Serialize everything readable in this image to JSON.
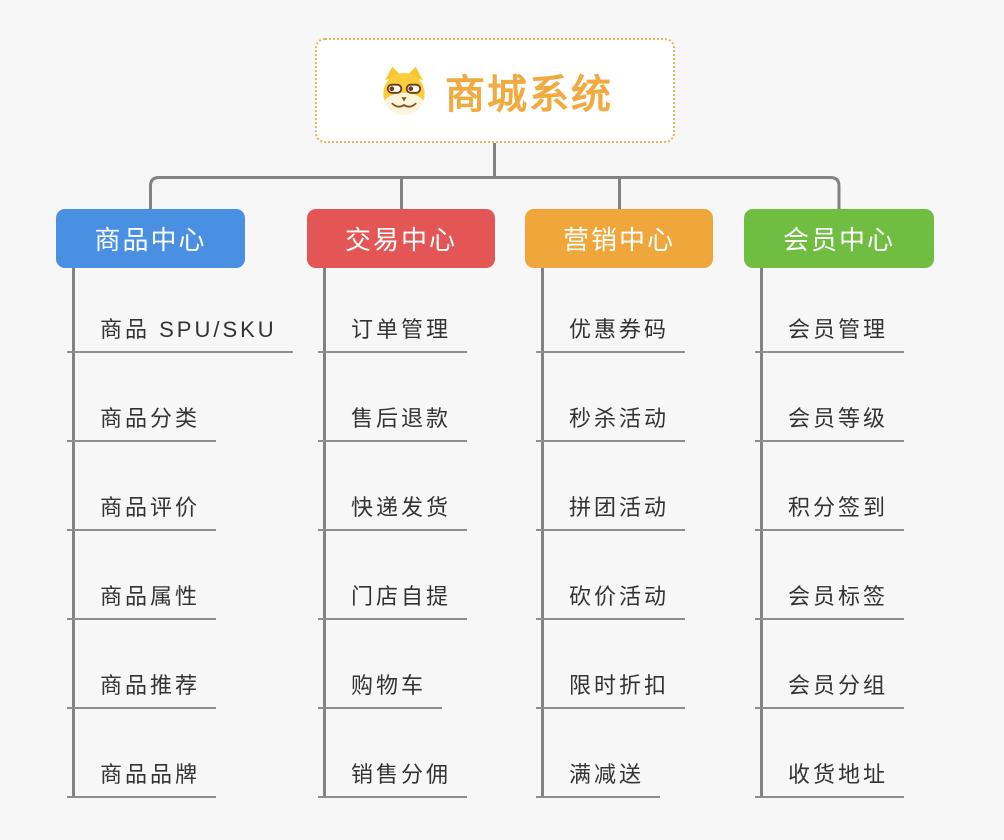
{
  "background_color": "#F7F7F7",
  "connector_color": "#828282",
  "root": {
    "title": "商城系统",
    "icon": "doge-icon",
    "accent_color": "#F0AA40",
    "border_color": "#EAB25F"
  },
  "branches": [
    {
      "label": "商品中心",
      "color": "#4A90E2",
      "items": [
        "商品 SPU/SKU",
        "商品分类",
        "商品评价",
        "商品属性",
        "商品推荐",
        "商品品牌"
      ]
    },
    {
      "label": "交易中心",
      "color": "#E45656",
      "items": [
        "订单管理",
        "售后退款",
        "快递发货",
        "门店自提",
        "购物车",
        "销售分佣"
      ]
    },
    {
      "label": "营销中心",
      "color": "#EFA73C",
      "items": [
        "优惠券码",
        "秒杀活动",
        "拼团活动",
        "砍价活动",
        "限时折扣",
        "满减送"
      ]
    },
    {
      "label": "会员中心",
      "color": "#70BE41",
      "items": [
        "会员管理",
        "会员等级",
        "积分签到",
        "会员标签",
        "会员分组",
        "收货地址"
      ]
    }
  ]
}
